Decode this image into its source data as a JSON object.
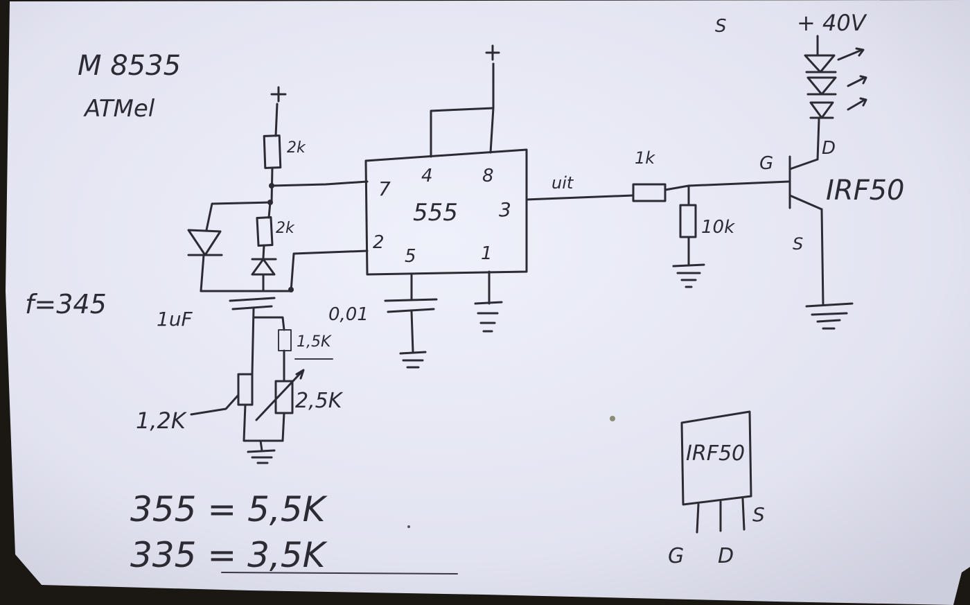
{
  "notes": {
    "model": "M 8535",
    "brand": "ATMel",
    "corner_mark": "S",
    "frequency": "f=345",
    "calc_1": "355 = 5,5K",
    "calc_2": "335 = 3,5K"
  },
  "ic": {
    "name": "555",
    "pins": {
      "p4": "4",
      "p8": "8",
      "p7": "7",
      "p3": "3",
      "p2": "2",
      "p5": "5",
      "p1": "1"
    },
    "supply": "+"
  },
  "timing": {
    "supply": "+",
    "r1": "2k",
    "r2": "2k",
    "cap": "1uF",
    "ctrl_cap": "0,01",
    "r_trim": "1,5K",
    "r_base": "1,2K",
    "pot": "2,5K"
  },
  "driver": {
    "out_label": "uit",
    "gate_resistor": "1k",
    "pulldown": "10k",
    "supply": "+ 40V",
    "mosfet": "IRF50",
    "gate": "G",
    "drain": "D",
    "source": "S"
  },
  "package": {
    "label": "IRF50",
    "pin_g": "G",
    "pin_d": "D",
    "pin_s": "S"
  },
  "colors": {
    "paper": "#e7e8f4",
    "ink": "#2c2a33",
    "background": "#1b1712"
  }
}
